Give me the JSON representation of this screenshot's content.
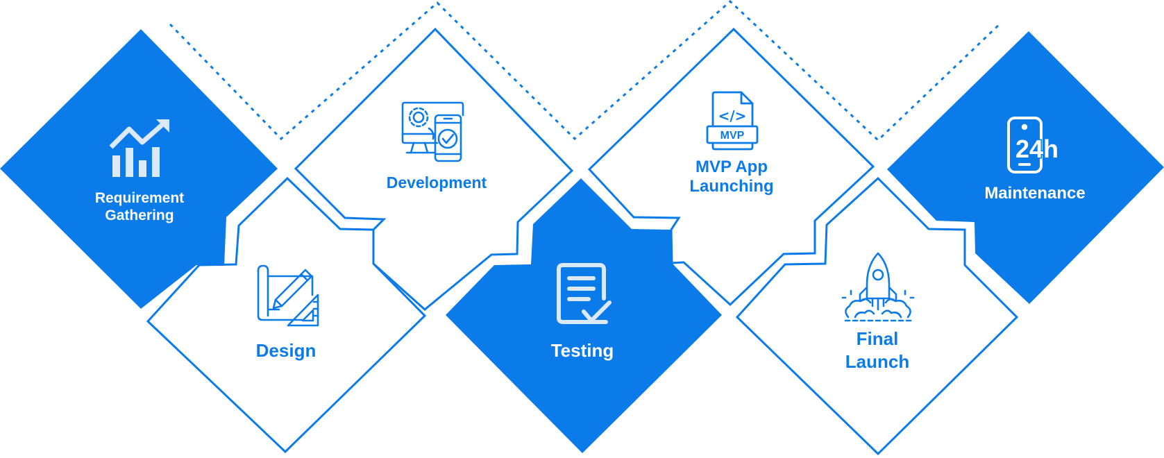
{
  "colors": {
    "accent": "#0a7be8",
    "on_accent": "#ffffff",
    "icon_on_accent": "#dbe9fb",
    "background": "#ffffff"
  },
  "steps": [
    {
      "label_lines": [
        "Requirement",
        "Gathering"
      ],
      "icon": "growth-chart-icon",
      "filled": true
    },
    {
      "label_lines": [
        "Design"
      ],
      "icon": "blueprint-pencil-icon",
      "filled": false
    },
    {
      "label_lines": [
        "Development"
      ],
      "icon": "desktop-mobile-settings-icon",
      "filled": false
    },
    {
      "label_lines": [
        "Testing"
      ],
      "icon": "checklist-document-icon",
      "filled": true
    },
    {
      "label_lines": [
        "MVP App",
        "Launching"
      ],
      "icon": "mvp-code-file-icon",
      "filled": false
    },
    {
      "label_lines": [
        "Final",
        "Launch"
      ],
      "icon": "rocket-icon",
      "filled": false
    },
    {
      "label_lines": [
        "Maintenance"
      ],
      "icon": "24h-support-icon",
      "filled": true
    }
  ],
  "icons": {
    "mvp_badge_text": "MVP",
    "code_glyph": "</>",
    "support_text": "24h"
  }
}
